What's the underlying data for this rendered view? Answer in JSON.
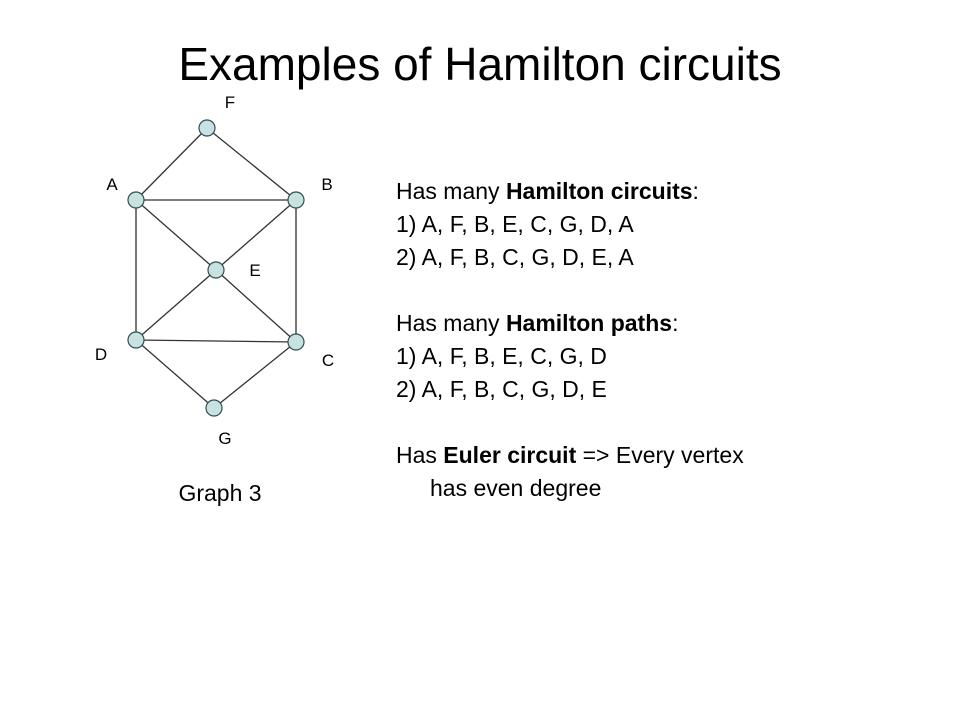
{
  "title": "Examples of Hamilton circuits",
  "graph": {
    "caption": "Graph 3",
    "node_color": "#c8e1e1",
    "node_stroke": "#2f4f4f",
    "edge_color": "#333333",
    "nodes": [
      {
        "id": "F",
        "label": "F"
      },
      {
        "id": "A",
        "label": "A"
      },
      {
        "id": "B",
        "label": "B"
      },
      {
        "id": "E",
        "label": "E"
      },
      {
        "id": "D",
        "label": "D"
      },
      {
        "id": "C",
        "label": "C"
      },
      {
        "id": "G",
        "label": "G"
      }
    ],
    "edges": [
      [
        "F",
        "A"
      ],
      [
        "F",
        "B"
      ],
      [
        "A",
        "B"
      ],
      [
        "A",
        "D"
      ],
      [
        "B",
        "C"
      ],
      [
        "A",
        "E"
      ],
      [
        "E",
        "C"
      ],
      [
        "B",
        "E"
      ],
      [
        "E",
        "D"
      ],
      [
        "D",
        "C"
      ],
      [
        "D",
        "G"
      ],
      [
        "C",
        "G"
      ]
    ]
  },
  "text": {
    "circuits_prefix": "Has many ",
    "circuits_bold": "Hamilton circuits",
    "circuits_suffix": ":",
    "circuit1": "1) A, F, B, E, C, G, D, A",
    "circuit2": "2) A, F, B, C, G, D, E, A",
    "paths_prefix": "Has many ",
    "paths_bold": "Hamilton paths",
    "paths_suffix": ":",
    "path1": "1) A, F, B, E, C, G, D",
    "path2": "2) A, F, B, C, G, D, E",
    "euler_prefix": "Has ",
    "euler_bold": "Euler circuit",
    "euler_suffix": " => Every vertex",
    "euler_line2": "has even degree"
  }
}
